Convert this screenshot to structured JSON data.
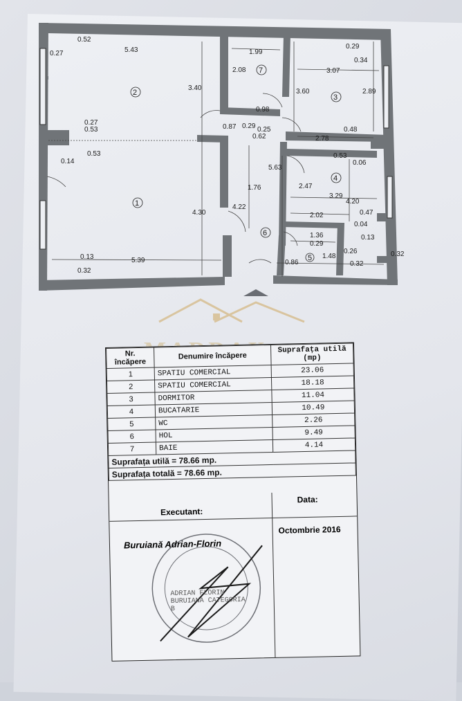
{
  "floor_plan": {
    "dimensions": [
      "0.52",
      "0.27",
      "5.43",
      "1.99",
      "0.29",
      "0.34",
      "3.07",
      "2.08",
      "3.40",
      "3.60",
      "2.89",
      "0.98",
      "0.27",
      "0.53",
      "0.87",
      "0.29",
      "0.25",
      "0.62",
      "0.48",
      "2.78",
      "0.53",
      "0.06",
      "0.53",
      "0.14",
      "5.63",
      "2.47",
      "1.76",
      "3.29",
      "4.20",
      "4.22",
      "4.30",
      "2.02",
      "0.47",
      "0.04",
      "0.13",
      "1.36",
      "0.29",
      "0.26",
      "0.13",
      "0.32",
      "5.39",
      "1.48",
      "0.32",
      "0.86",
      "0.32"
    ],
    "room_numbers": [
      "1",
      "2",
      "3",
      "4",
      "5",
      "6",
      "7"
    ]
  },
  "watermark": {
    "text": "MADDAX"
  },
  "table": {
    "header_nr": "Nr. încăpere",
    "header_name": "Denumire încăpere",
    "header_area": "Suprafața utilă",
    "header_unit": "(mp)",
    "rows": [
      {
        "nr": "1",
        "name": "SPATIU COMERCIAL",
        "area": "23.06"
      },
      {
        "nr": "2",
        "name": "SPATIU COMERCIAL",
        "area": "18.18"
      },
      {
        "nr": "3",
        "name": "DORMITOR",
        "area": "11.04"
      },
      {
        "nr": "4",
        "name": "BUCATARIE",
        "area": "10.49"
      },
      {
        "nr": "5",
        "name": "WC",
        "area": "2.26"
      },
      {
        "nr": "6",
        "name": "HOL",
        "area": "9.49"
      },
      {
        "nr": "7",
        "name": "BAIE",
        "area": "4.14"
      }
    ],
    "useful_area": "Suprafața utilă = 78.66 mp.",
    "total_area": "Suprafața totală = 78.66 mp.",
    "executant_label": "Executant:",
    "date_label": "Data:",
    "executant_name": "Buruiană Adrian-Florin",
    "date_value": "Octombrie 2016"
  },
  "stamp": {
    "text": "ADRIAN FLORIN BURUIANA CATEGORIA B"
  },
  "colors": {
    "wall": "#707478",
    "paper": "#e6e8ee",
    "ink": "#111111",
    "watermark": "#c9a75e"
  }
}
